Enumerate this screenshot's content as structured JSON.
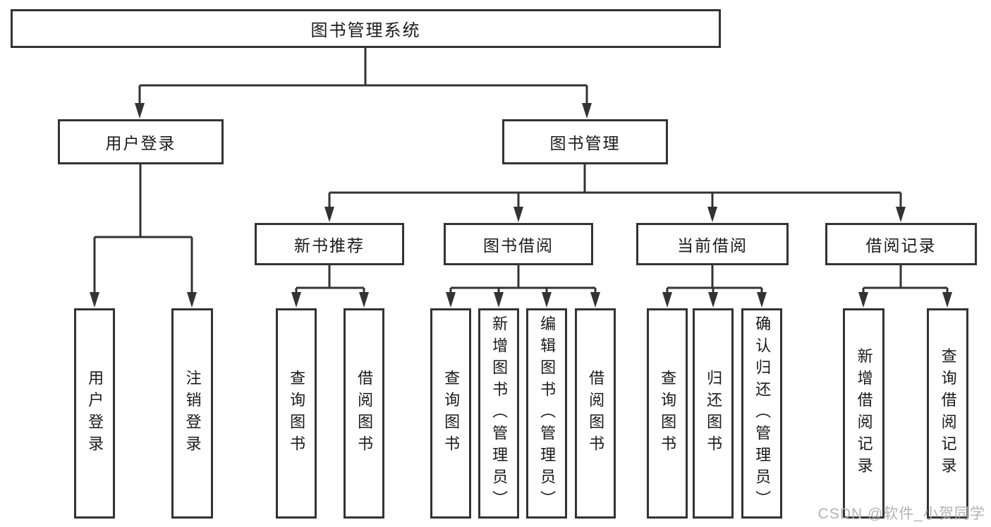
{
  "diagram": {
    "title": "图书管理系统",
    "branches": [
      {
        "label": "用户登录",
        "children": [
          {
            "label": "用户登录"
          },
          {
            "label": "注销登录"
          }
        ]
      },
      {
        "label": "图书管理",
        "children": [
          {
            "label": "新书推荐",
            "children": [
              {
                "label": "查询图书"
              },
              {
                "label": "借阅图书"
              }
            ]
          },
          {
            "label": "图书借阅",
            "children": [
              {
                "label": "查询图书"
              },
              {
                "label": "新增图书（管理员）"
              },
              {
                "label": "编辑图书（管理员）"
              },
              {
                "label": "借阅图书"
              }
            ]
          },
          {
            "label": "当前借阅",
            "children": [
              {
                "label": "查询图书"
              },
              {
                "label": "归还图书"
              },
              {
                "label": "确认归还（管理员）"
              }
            ]
          },
          {
            "label": "借阅记录",
            "children": [
              {
                "label": "新增借阅记录"
              },
              {
                "label": "查询借阅记录"
              }
            ]
          }
        ]
      }
    ]
  },
  "watermark": {
    "text": "CSDN @软件_小贺同学",
    "color": "#b3b3b3"
  },
  "colors": {
    "line": "#333333",
    "text": "#1a1a1a",
    "background": "#ffffff"
  }
}
